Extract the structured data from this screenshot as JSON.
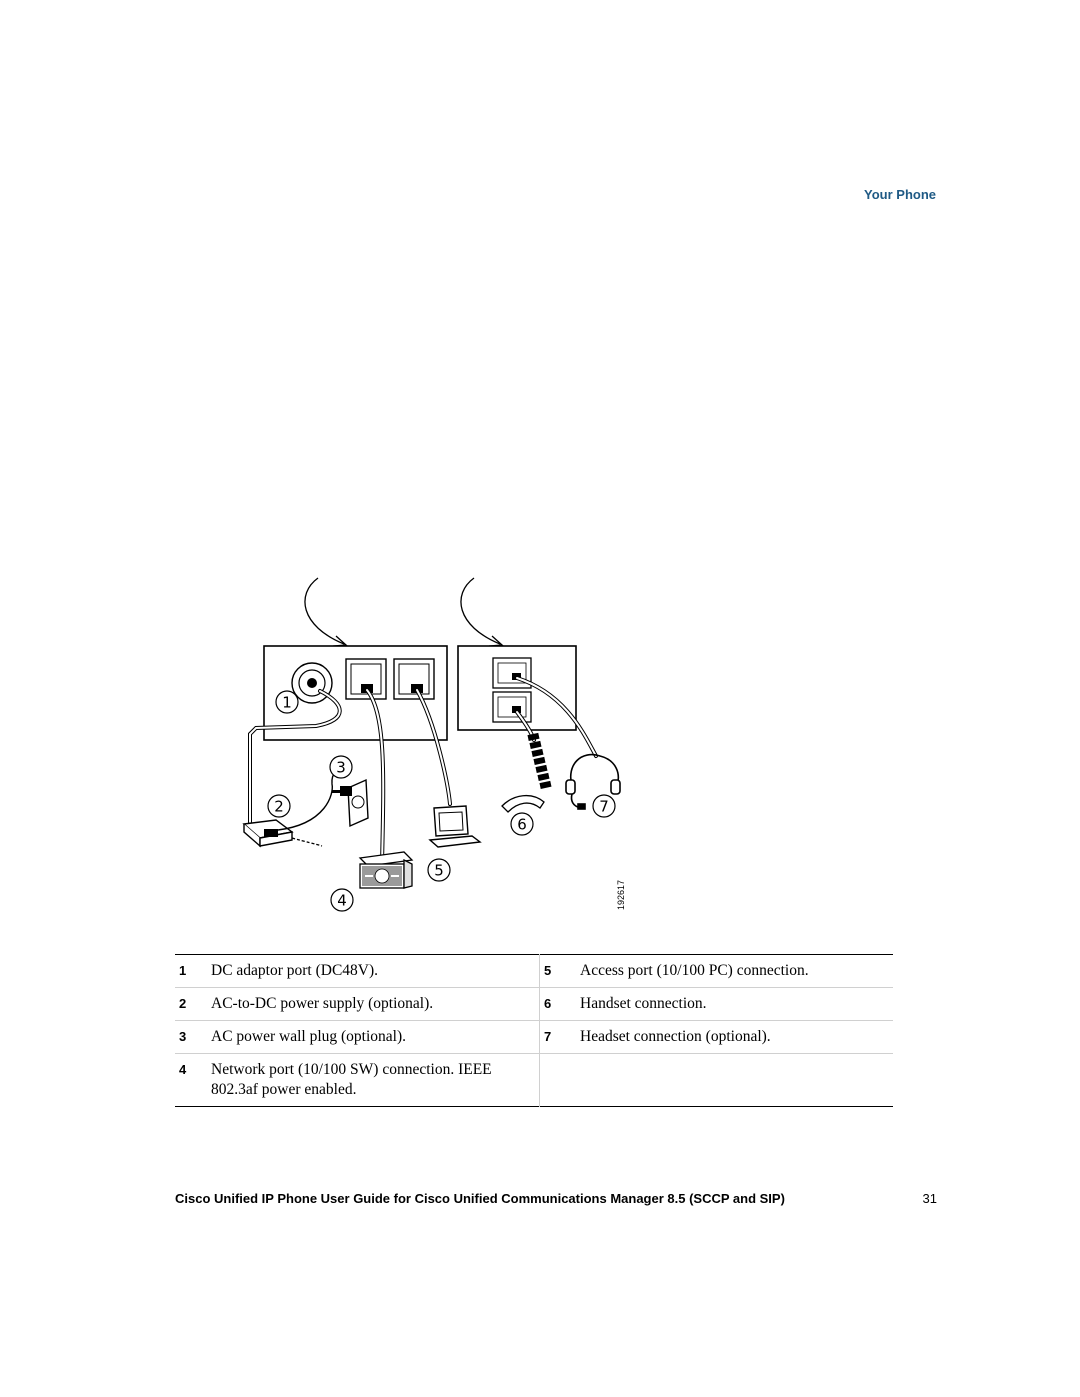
{
  "header": {
    "section": "Your Phone"
  },
  "figure": {
    "callouts": [
      "1",
      "2",
      "3",
      "4",
      "5",
      "6",
      "7"
    ],
    "figure_id": "192617"
  },
  "legend": {
    "rows": [
      {
        "left_num": "1",
        "left_text": "DC adaptor port (DC48V).",
        "right_num": "5",
        "right_text": "Access port (10/100 PC) connection."
      },
      {
        "left_num": "2",
        "left_text": "AC-to-DC power supply (optional).",
        "right_num": "6",
        "right_text": "Handset connection."
      },
      {
        "left_num": "3",
        "left_text": "AC power wall plug (optional).",
        "right_num": "7",
        "right_text": "Headset connection (optional)."
      },
      {
        "left_num": "4",
        "left_text": "Network port (10/100 SW) connection. IEEE 802.3af power enabled.",
        "right_num": "",
        "right_text": ""
      }
    ]
  },
  "footer": {
    "title": "Cisco Unified IP Phone User Guide for Cisco Unified Communications Manager 8.5 (SCCP and SIP)",
    "page_number": "31"
  }
}
